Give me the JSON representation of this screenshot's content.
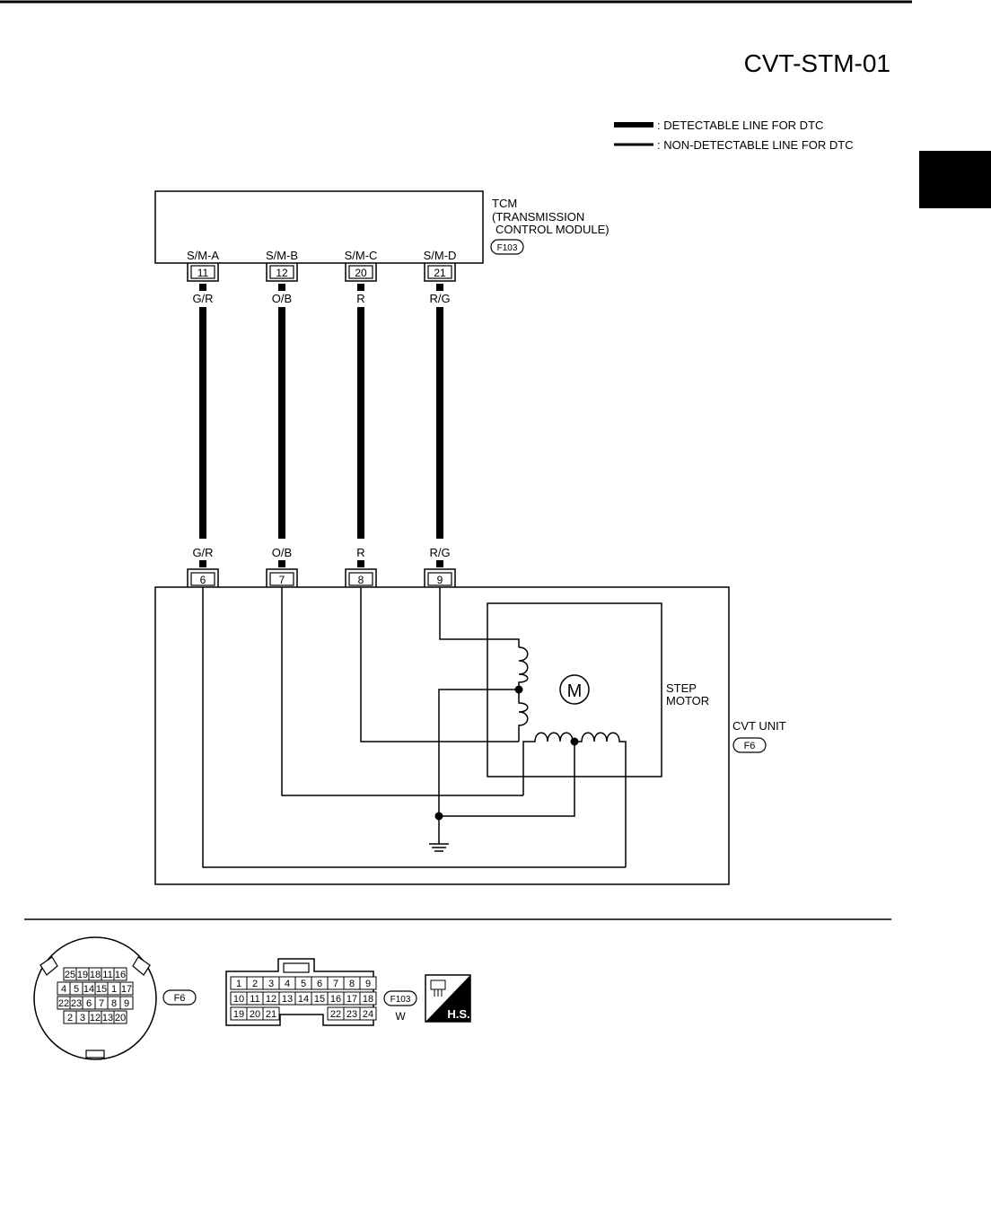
{
  "page_title": "CVT-STM-01",
  "legend": {
    "detectable": ": DETECTABLE LINE FOR DTC",
    "non_detectable": ": NON-DETECTABLE LINE FOR DTC"
  },
  "tcm": {
    "name": "TCM",
    "full_name_1": "(TRANSMISSION",
    "full_name_2": "CONTROL MODULE)",
    "connector": "F103",
    "terminals": [
      {
        "label": "S/M-A",
        "pin": "11",
        "wire": "G/R"
      },
      {
        "label": "S/M-B",
        "pin": "12",
        "wire": "O/B"
      },
      {
        "label": "S/M-C",
        "pin": "20",
        "wire": "R"
      },
      {
        "label": "S/M-D",
        "pin": "21",
        "wire": "R/G"
      }
    ]
  },
  "cvt_unit": {
    "name": "CVT UNIT",
    "connector": "F6",
    "terminals": [
      {
        "pin": "6",
        "wire": "G/R"
      },
      {
        "pin": "7",
        "wire": "O/B"
      },
      {
        "pin": "8",
        "wire": "R"
      },
      {
        "pin": "9",
        "wire": "R/G"
      }
    ],
    "step_motor_1": "STEP",
    "step_motor_2": "MOTOR",
    "motor_symbol": "M"
  },
  "connector_views": {
    "f6": {
      "label": "F6",
      "rows": [
        [
          "25",
          "19",
          "18",
          "11",
          "16"
        ],
        [
          "4",
          "5",
          "14",
          "15",
          "1",
          "17"
        ],
        [
          "22",
          "23",
          "6",
          "7",
          "8",
          "9"
        ],
        [
          "2",
          "3",
          "12",
          "13",
          "20"
        ]
      ]
    },
    "f103": {
      "label": "F103",
      "color": "W",
      "row1": [
        "1",
        "2",
        "3",
        "4",
        "5",
        "6",
        "7",
        "8",
        "9"
      ],
      "row2": [
        "10",
        "11",
        "12",
        "13",
        "14",
        "15",
        "16",
        "17",
        "18"
      ],
      "row3_left": [
        "19",
        "20",
        "21"
      ],
      "row3_right": [
        "22",
        "23",
        "24"
      ]
    },
    "hs_label": "H.S."
  }
}
